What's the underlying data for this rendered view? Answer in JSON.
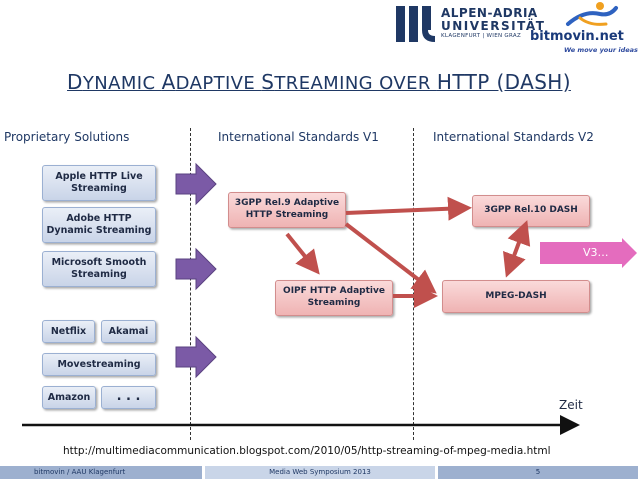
{
  "header": {
    "university": {
      "line1": "ALPEN-ADRIA",
      "line2": "UNIVERSITÄT",
      "line3": "KLAGENFURT | WIEN GRAZ"
    },
    "company": {
      "name": "bitmovin.net",
      "tagline": "We move your ideas!"
    }
  },
  "title": {
    "w1_cap": "D",
    "w1_rest": "YNAMIC ",
    "w2_cap": "A",
    "w2_rest": "DAPTIVE ",
    "w3_cap": "S",
    "w3_rest": "TREAMING OVER ",
    "w4": "HTTP (DASH)"
  },
  "columns": {
    "proprietary": "Proprietary Solutions",
    "standards_v1": "International Standards V1",
    "standards_v2": "International Standards V2"
  },
  "proprietary_boxes": {
    "apple": "Apple HTTP Live Streaming",
    "adobe": "Adobe HTTP Dynamic Streaming",
    "microsoft": "Microsoft Smooth Streaming",
    "netflix": "Netflix",
    "akamai": "Akamai",
    "movestreaming": "Movestreaming",
    "amazon": "Amazon",
    "more": ". . ."
  },
  "standards_boxes": {
    "gpp9": "3GPP Rel.9 Adaptive HTTP Streaming",
    "oipf": "OIPF HTTP Adaptive Streaming",
    "gpp10": "3GPP Rel.10 DASH",
    "mpeg": "MPEG-DASH"
  },
  "v3_label": "V3…",
  "timeline_label": "Zeit",
  "source_url": "http://multimediacommunication.blogspot.com/2010/05/http-streaming-of-mpeg-media.html",
  "footer": {
    "left": "bitmovin / AAU Klagenfurt",
    "center": "Media Web Symposium 2013",
    "page": "5"
  },
  "colors": {
    "title": "#1f3864",
    "purple_arrow": "#7b5aa6",
    "red_arrow": "#c0504d",
    "v3_arrow": "#e46cbe",
    "footer_dark": "#9db0cf",
    "footer_light": "#c9d5e8"
  }
}
